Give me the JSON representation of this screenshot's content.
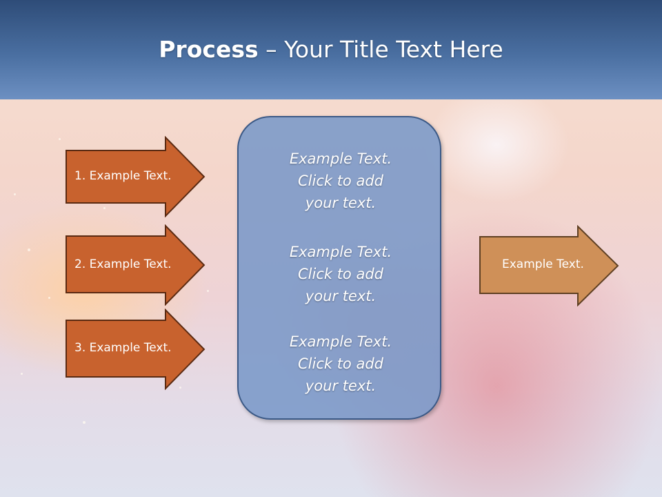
{
  "slide": {
    "title_bold": "Process",
    "title_rest": " – Your Title Text Here"
  },
  "left_arrows": [
    {
      "label": "1. Example Text."
    },
    {
      "label": "2. Example Text."
    },
    {
      "label": "3. Example Text."
    }
  ],
  "center_box": {
    "paragraphs": [
      {
        "line1": "Example Text.",
        "line2": "Click  to add",
        "line3": "your text."
      },
      {
        "line1": "Example Text.",
        "line2": "Click  to add",
        "line3": "your text."
      },
      {
        "line1": "Example Text.",
        "line2": "Click  to add",
        "line3": "your text."
      }
    ]
  },
  "right_arrow": {
    "label": "Example Text."
  },
  "colors": {
    "header": "#3d5f90",
    "left_arrow_fill": "#c8622e",
    "right_arrow_fill": "#cf9058",
    "center_box_fill": "#7a98c8"
  }
}
